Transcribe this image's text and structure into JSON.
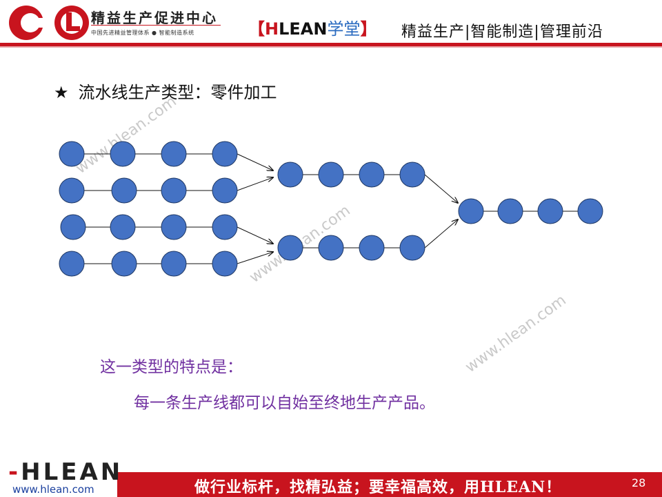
{
  "header": {
    "logo_icon": "cl-logo-icon",
    "org_name": "精益生产促进中心",
    "org_subtitle": "中国先进精益管理体系 ● 智能制造系统",
    "bracket_open": "【",
    "brand_hlean": "HLEAN",
    "brand_xuetang": "学堂",
    "bracket_close": "】",
    "tagline": "精益生产|智能制造|管理前沿"
  },
  "heading": {
    "star": "★",
    "text": "流水线生产类型：零件加工"
  },
  "diagram": {
    "node_color": "#4472c4",
    "node_stroke": "#1f3864"
  },
  "description": {
    "title": "这一类型的特点是：",
    "body": "每一条生产线都可以自始至终地生产产品。"
  },
  "watermarks": [
    "www.hlean.com",
    "www.hlean.com",
    "www.hlean.com"
  ],
  "footer": {
    "brand": "HLEAN",
    "url": "www.hlean.com",
    "slogan": "做行业标杆，找精弘益；要幸福高效，用HLEAN！",
    "page_number": "28"
  },
  "colors": {
    "brand_red": "#c8141e",
    "accent_purple": "#7030a0",
    "accent_blue": "#2a6bc0"
  }
}
